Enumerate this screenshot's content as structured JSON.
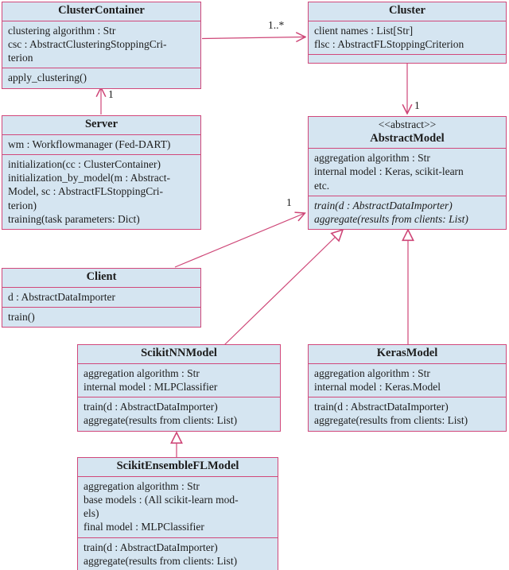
{
  "classes": {
    "cluster_container": {
      "name": "ClusterContainer",
      "attributes": "clustering algorithm : Str\ncsc : AbstractClusteringStoppingCri-\nterion",
      "methods": "apply_clustering()"
    },
    "cluster": {
      "name": "Cluster",
      "attributes": "client names : List[Str]\nflsc : AbstractFLStoppingCriterion",
      "methods": ""
    },
    "server": {
      "name": "Server",
      "attributes": "wm : Workflowmanager (Fed-DART)",
      "methods": "initialization(cc : ClusterContainer)\ninitialization_by_model(m : Abstract-\nModel, sc : AbstractFLStoppingCri-\nterion)\ntraining(task parameters: Dict)"
    },
    "abstract_model": {
      "stereotype": "<<abstract>>",
      "name": "AbstractModel",
      "attributes": "aggregation algorithm : Str\ninternal model : Keras, scikit-learn\netc.",
      "methods": "train(d : AbstractDataImporter)\naggregate(results from clients: List)"
    },
    "client": {
      "name": "Client",
      "attributes": "d : AbstractDataImporter",
      "methods": "train()"
    },
    "scikit_nn_model": {
      "name": "ScikitNNModel",
      "attributes": "aggregation algorithm : Str\ninternal model : MLPClassifier",
      "methods": "train(d : AbstractDataImporter)\naggregate(results from clients: List)"
    },
    "keras_model": {
      "name": "KerasModel",
      "attributes": "aggregation algorithm : Str\ninternal model : Keras.Model",
      "methods": "train(d : AbstractDataImporter)\naggregate(results from clients: List)"
    },
    "scikit_ensemble_fl_model": {
      "name": "ScikitEnsembleFLModel",
      "attributes": "aggregation algorithm : Str\nbase models : (All scikit-learn mod-\nels)\nfinal model : MLPClassifier",
      "methods": "train(d : AbstractDataImporter)\naggregate(results from clients: List)"
    }
  },
  "multiplicities": {
    "container_to_cluster": "1..*",
    "server_to_container": "1",
    "cluster_to_model": "1",
    "client_to_model": "1"
  },
  "colors": {
    "edge": "#ce4677",
    "border": "#d1487b",
    "fill": "#d5e5f1"
  }
}
